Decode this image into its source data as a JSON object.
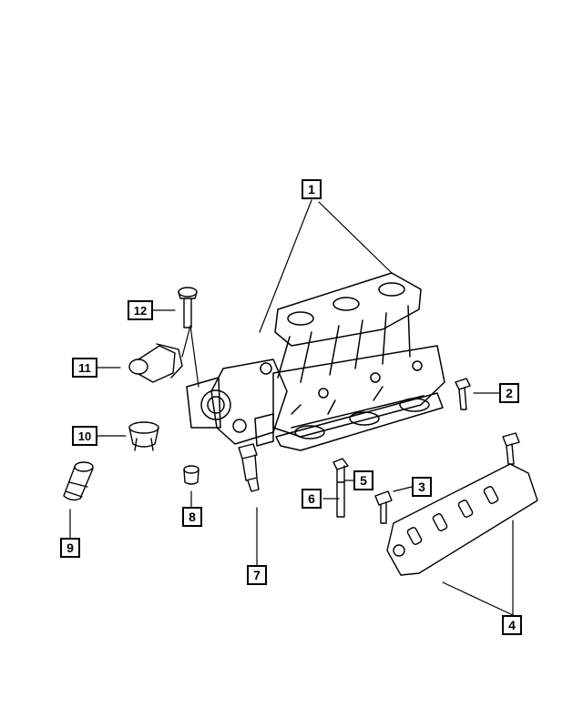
{
  "callouts": [
    {
      "id": "c1",
      "label": "1"
    },
    {
      "id": "c2",
      "label": "2"
    },
    {
      "id": "c3",
      "label": "3"
    },
    {
      "id": "c4",
      "label": "4"
    },
    {
      "id": "c5",
      "label": "5"
    },
    {
      "id": "c6",
      "label": "6"
    },
    {
      "id": "c7",
      "label": "7"
    },
    {
      "id": "c8",
      "label": "8"
    },
    {
      "id": "c9",
      "label": "9"
    },
    {
      "id": "c10",
      "label": "10"
    },
    {
      "id": "c11",
      "label": "11"
    },
    {
      "id": "c12",
      "label": "12"
    }
  ],
  "colors": {
    "line": "#000000",
    "fill": "#ffffff"
  }
}
